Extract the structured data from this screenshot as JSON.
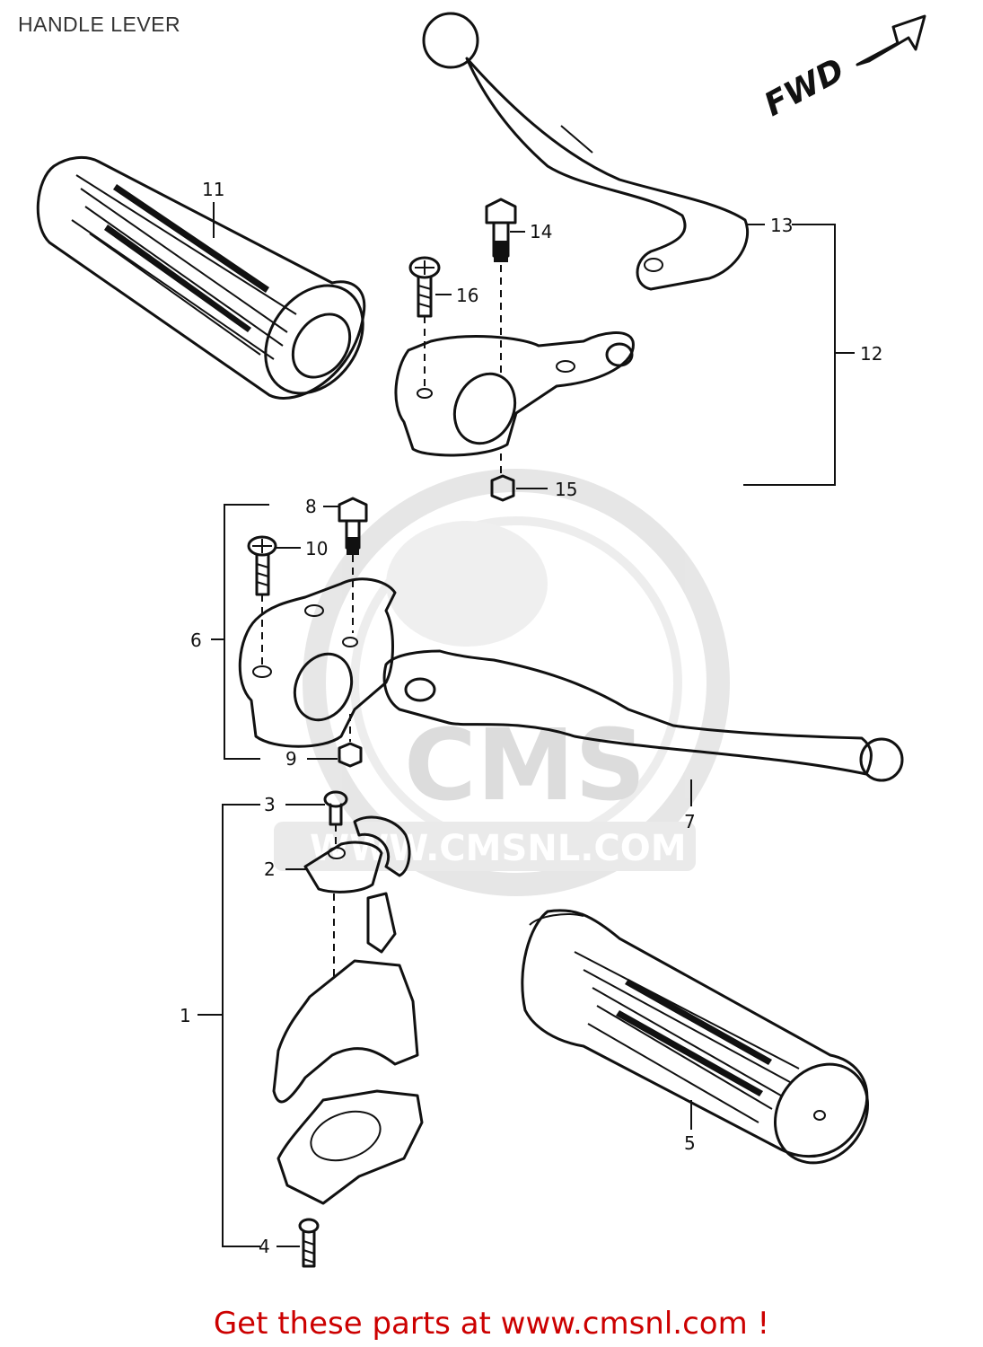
{
  "page": {
    "title": "HANDLE LEVER",
    "footer": "Get these parts at www.cmsnl.com !"
  },
  "diagram": {
    "direction_label": "FWD",
    "watermark": {
      "logo_text": "CMS",
      "url_text": "WWW.CMSNL.COM"
    },
    "callouts": {
      "p1": "1",
      "p2": "2",
      "p3": "3",
      "p4": "4",
      "p5": "5",
      "p6": "6",
      "p7": "7",
      "p8": "8",
      "p9": "9",
      "p10": "10",
      "p11": "11",
      "p12": "12",
      "p13": "13",
      "p14": "14",
      "p15": "15",
      "p16": "16"
    }
  }
}
